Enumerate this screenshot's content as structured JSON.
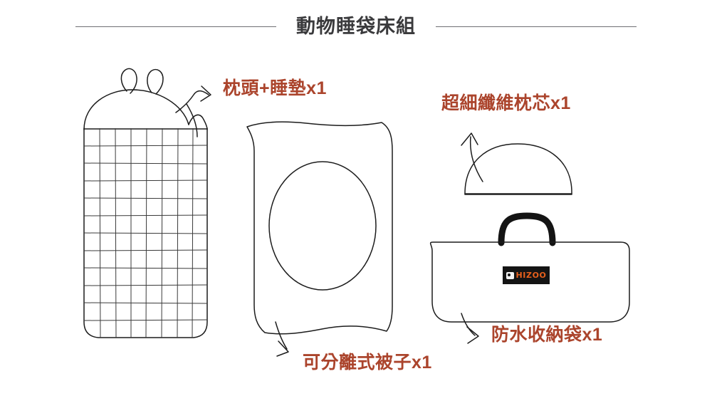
{
  "page": {
    "title": "動物睡袋床組",
    "background_color": "#ffffff"
  },
  "colors": {
    "title_text": "#3a3a3c",
    "title_rule": "#6f6f73",
    "label_text": "#ab442c",
    "sketch_line": "#1c1c1c",
    "brand_patch_background": "#141414",
    "brand_text": "#e8601c"
  },
  "callouts": [
    {
      "id": "pillow-pad",
      "label": "枕頭+睡墊x1",
      "arrow": "curved-arrow-right",
      "points_to": "sleeping-bag"
    },
    {
      "id": "pillow-core",
      "label": "超細纖維枕芯x1",
      "arrow": "curved-arrow-up",
      "points_to": "pillow-core-dome"
    },
    {
      "id": "blanket",
      "label": "可分離式被子x1",
      "arrow": "curved-arrow-down",
      "points_to": "detachable-blanket"
    },
    {
      "id": "storage-bag",
      "label": "防水收納袋x1",
      "arrow": "curved-arrow-right-down",
      "points_to": "waterproof-storage-bag"
    }
  ],
  "illustrations": [
    {
      "id": "sleeping-bag",
      "name": "animal-sleeping-bag",
      "features": [
        "two-ears",
        "domed-hood",
        "grid-quilted-body"
      ],
      "grid_columns": 8,
      "grid_rows": 12
    },
    {
      "id": "detachable-blanket",
      "name": "detachable-blanket",
      "features": [
        "wavy-top-edge",
        "wavy-bottom-edge",
        "center-oval-opening"
      ]
    },
    {
      "id": "pillow-core-dome",
      "name": "microfiber-pillow-core",
      "features": [
        "dome-shape",
        "flat-bottom"
      ]
    },
    {
      "id": "waterproof-storage-bag",
      "name": "waterproof-storage-bag",
      "features": [
        "black-carry-handle",
        "brand-patch"
      ]
    }
  ],
  "brand_patch": {
    "text": "HIZOO",
    "mark": "hizoo-logo-icon"
  }
}
